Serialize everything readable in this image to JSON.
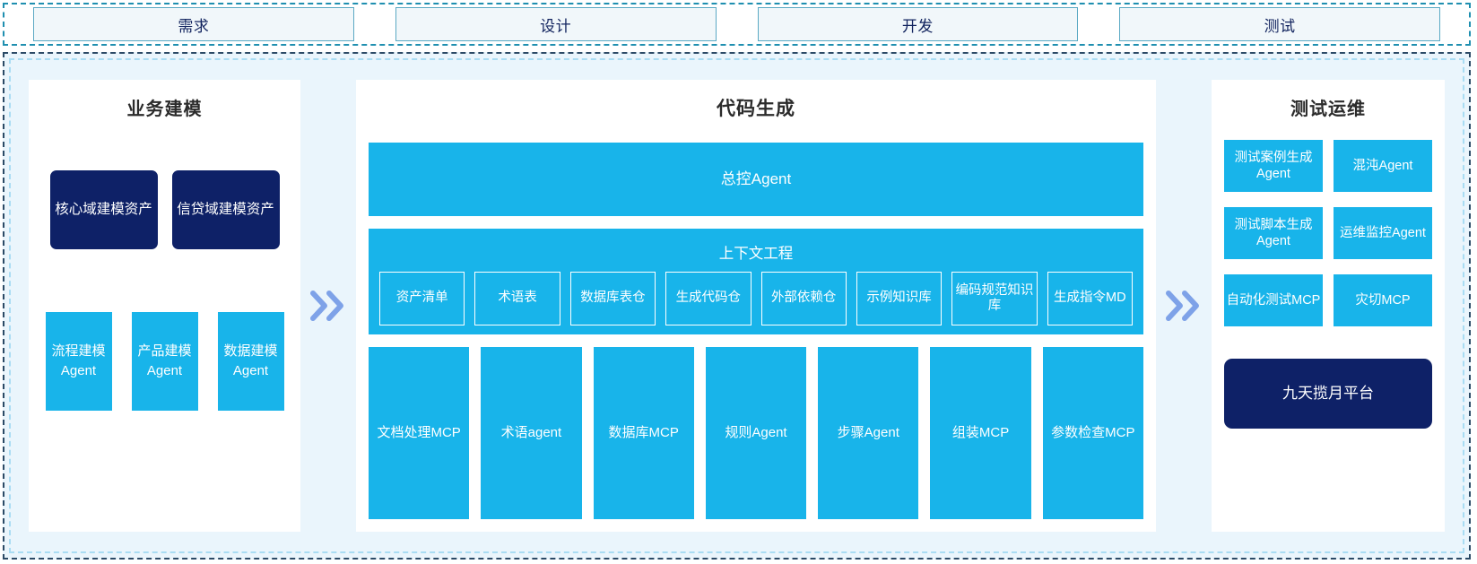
{
  "phases": [
    {
      "label": "需求"
    },
    {
      "label": "设计"
    },
    {
      "label": "开发"
    },
    {
      "label": "测试"
    }
  ],
  "arrows": {
    "glyph": "»",
    "name": "double-chevron-right"
  },
  "panels": {
    "business_modeling": {
      "title": "业务建模",
      "assets": [
        {
          "label": "核心域建模资产"
        },
        {
          "label": "信贷域建模资产"
        }
      ],
      "agents": [
        {
          "label": "流程建模Agent"
        },
        {
          "label": "产品建模Agent"
        },
        {
          "label": "数据建模Agent"
        }
      ]
    },
    "code_generation": {
      "title": "代码生成",
      "master_agent": {
        "label": "总控Agent"
      },
      "context_engineering": {
        "title": "上下文工程",
        "items": [
          {
            "label": "资产清单"
          },
          {
            "label": "术语表"
          },
          {
            "label": "数据库表仓"
          },
          {
            "label": "生成代码仓"
          },
          {
            "label": "外部依赖仓"
          },
          {
            "label": "示例知识库"
          },
          {
            "label": "编码规范知识库"
          },
          {
            "label": "生成指令MD"
          }
        ]
      },
      "tools": [
        {
          "label": "文档处理MCP"
        },
        {
          "label": "术语agent"
        },
        {
          "label": "数据库MCP"
        },
        {
          "label": "规则Agent"
        },
        {
          "label": "步骤Agent"
        },
        {
          "label": "组装MCP"
        },
        {
          "label": "参数检查MCP"
        }
      ]
    },
    "test_ops": {
      "title": "测试运维",
      "items": [
        {
          "label": "测试案例生成Agent"
        },
        {
          "label": "混沌Agent"
        },
        {
          "label": "测试脚本生成Agent"
        },
        {
          "label": "运维监控Agent"
        },
        {
          "label": "自动化测试MCP"
        },
        {
          "label": "灾切MCP"
        }
      ],
      "platform": {
        "label": "九天揽月平台"
      }
    }
  },
  "colors": {
    "accent_cyan": "#18b4ea",
    "navy": "#0e2167",
    "stage_bg": "#eaf5fc",
    "phase_box_bg": "#f1f7fa",
    "phase_border": "#5ba9c4",
    "outer_dash": "#2b4a66",
    "inner_dash": "#a9dcf3",
    "arrow": "#7ea2e8"
  }
}
